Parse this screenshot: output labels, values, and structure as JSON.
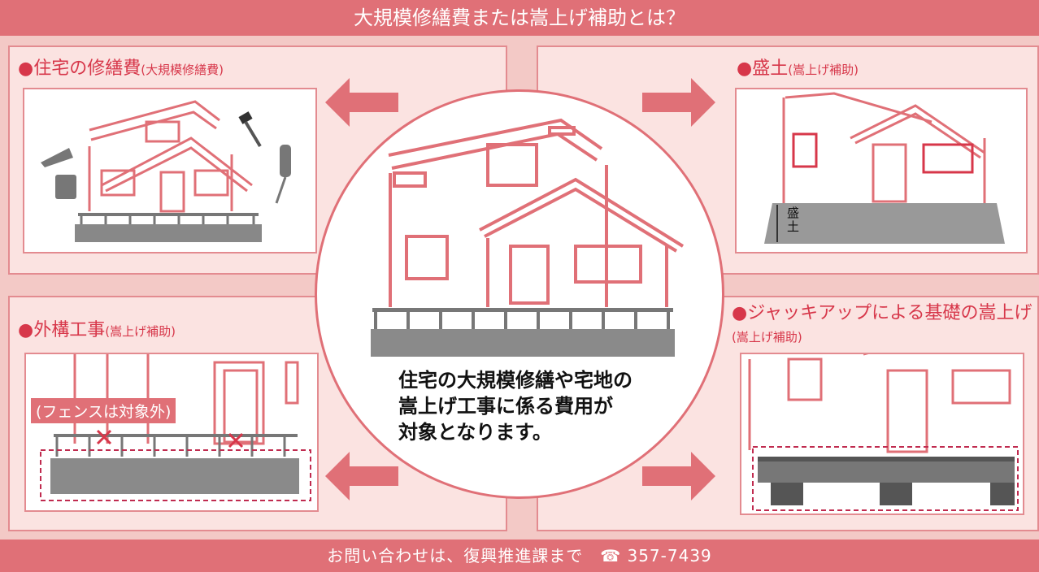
{
  "header": {
    "title": "大規模修繕費または嵩上げ補助とは？"
  },
  "panels": {
    "repair": {
      "dot": "●",
      "title": "住宅の修繕費",
      "subtitle": "(大規模修繕費)"
    },
    "fill": {
      "dot": "●",
      "title": "盛土",
      "subtitle": "(嵩上げ補助)",
      "fill_label": "盛土"
    },
    "exterior": {
      "dot": "●",
      "title": "外構工事",
      "subtitle": "(嵩上げ補助)",
      "fence_note": "(フェンスは対象外)"
    },
    "jackup": {
      "dot": "●",
      "title": "ジャッキアップによる基礎の嵩上げ",
      "subtitle": "(嵩上げ補助)"
    }
  },
  "center": {
    "text": "住宅の大規模修繕や宅地の\n嵩上げ工事に係る費用が\n対象となります。"
  },
  "footer": {
    "text": "お問い合わせは、復興推進課まで　☎ 357-7439"
  },
  "colors": {
    "accent": "#e07077",
    "panel_bg": "#fbe3e1",
    "title": "#d7374a"
  }
}
